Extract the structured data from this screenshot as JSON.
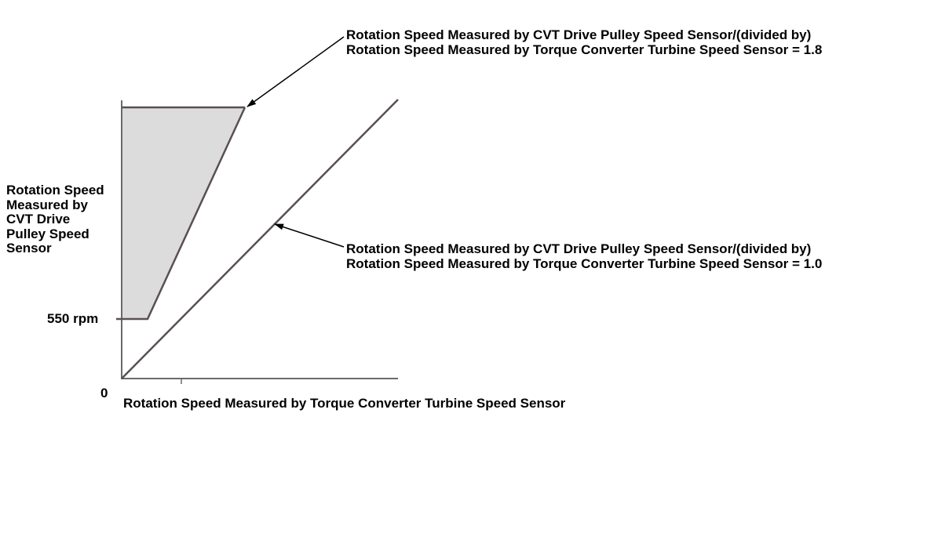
{
  "diagram": {
    "y_axis_label_lines": [
      "Rotation Speed",
      "Measured by",
      "CVT Drive",
      "Pulley Speed",
      "Sensor"
    ],
    "y_tick_label": "550 rpm",
    "origin_label": "0",
    "x_axis_label": "Rotation Speed Measured by Torque Converter Turbine Speed Sensor",
    "annotation_ratio_1_8": {
      "line1": "Rotation Speed Measured by CVT Drive Pulley Speed Sensor/(divided by)",
      "line2": "Rotation Speed Measured by Torque Converter Turbine Speed Sensor = 1.8"
    },
    "annotation_ratio_1_0": {
      "line1": "Rotation Speed Measured by CVT Drive Pulley Speed Sensor/(divided by)",
      "line2": "Rotation Speed Measured by Torque Converter Turbine Speed Sensor = 1.0"
    },
    "colors": {
      "shaded_region": "#dcdcdc",
      "lines": "#5a5050",
      "axes": "#6a6a6a",
      "text": "#000000"
    }
  }
}
